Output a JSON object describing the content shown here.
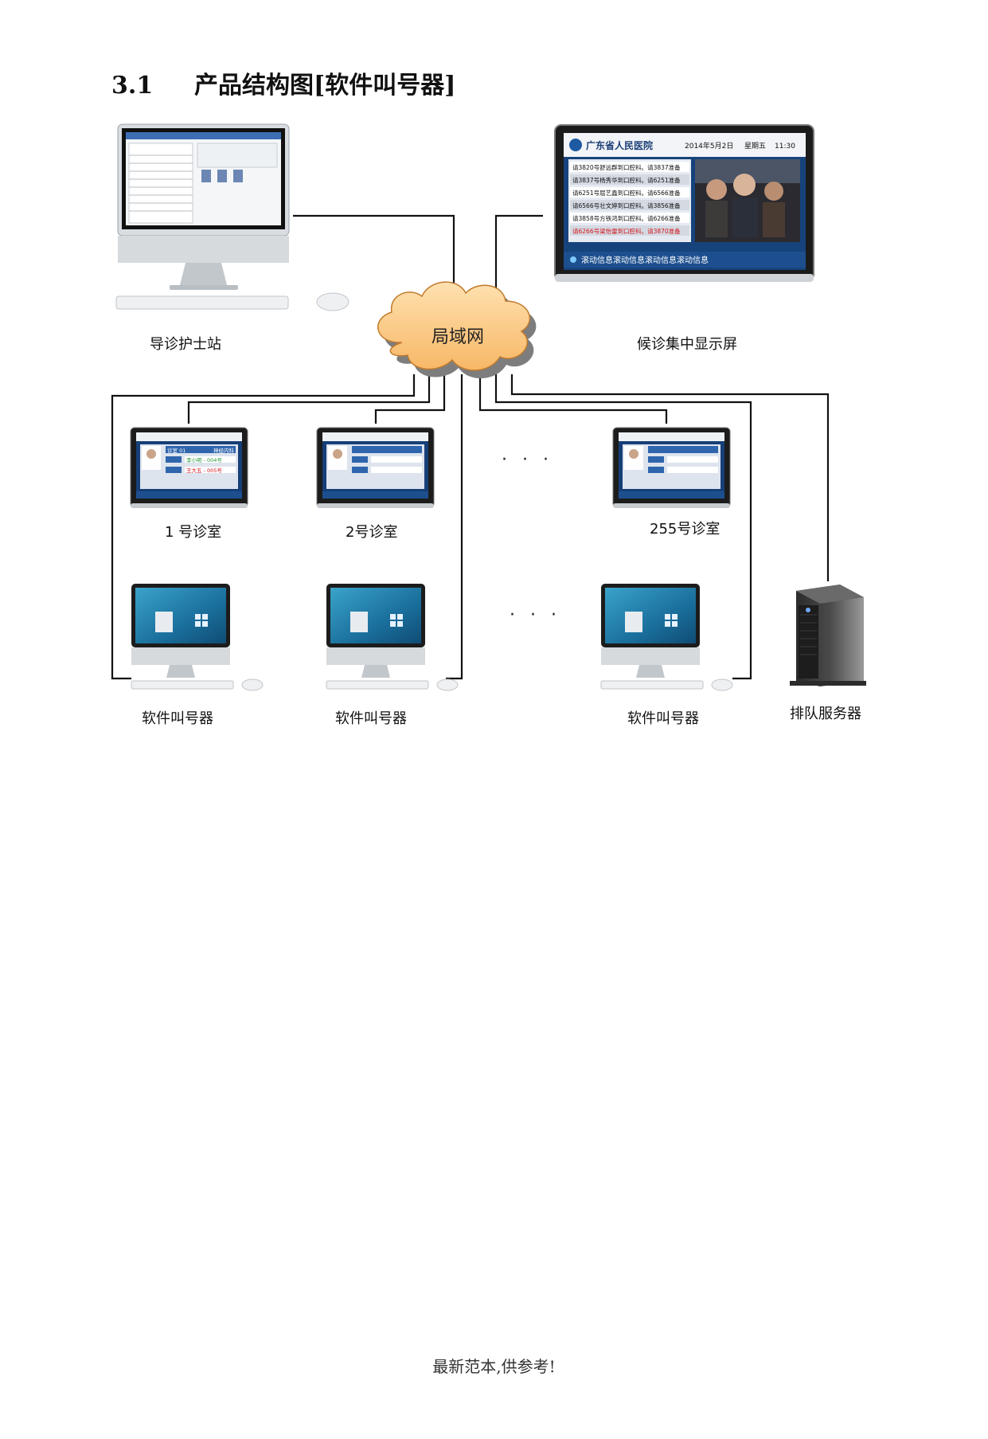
{
  "heading": {
    "number": "3.1",
    "title": "产品结构图[软件叫号器]"
  },
  "network": {
    "label": "局域网"
  },
  "nodes": {
    "nurse_station": "导诊护士站",
    "central_display": "候诊集中显示屏",
    "room_1": "1 号诊室",
    "room_2": "2号诊室",
    "room_255": "255号诊室",
    "caller_1": "软件叫号器",
    "caller_2": "软件叫号器",
    "caller_3": "软件叫号器",
    "queue_server": "排队服务器"
  },
  "display_screen": {
    "date": "2014年5月2日",
    "weekday": "星期五",
    "time": "11:30",
    "rows": [
      "请3820号舒远群到口腔科。请3837准备",
      "请3837号杨秀华到口腔科。请6251准备",
      "请6251号屈艺鑫到口腔科。请6566准备",
      "请6566号壮文婷到口腔科。请3856准备",
      "请3858号方铁鸿到口腔科。请6266准备",
      "请6266号梁怡雷到口腔科。请3870准备"
    ],
    "ticker": "滚动信息滚动信息滚动信息滚动信息"
  },
  "room_screen": {
    "room_code": "诊室 01",
    "department": "神经内科",
    "current": "李小明 - 004号",
    "next": "王大五 - 005号"
  },
  "ellipsis": "· · ·",
  "footer": "最新范本,供参考!"
}
